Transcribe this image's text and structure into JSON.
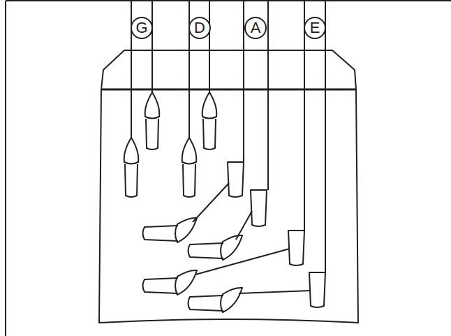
{
  "diagram": {
    "nodes": [
      {
        "text": [
          "G"
        ]
      },
      {
        "text": [
          "D"
        ]
      },
      {
        "text": [
          "A"
        ]
      },
      {
        "text": [
          "E"
        ]
      }
    ]
  }
}
